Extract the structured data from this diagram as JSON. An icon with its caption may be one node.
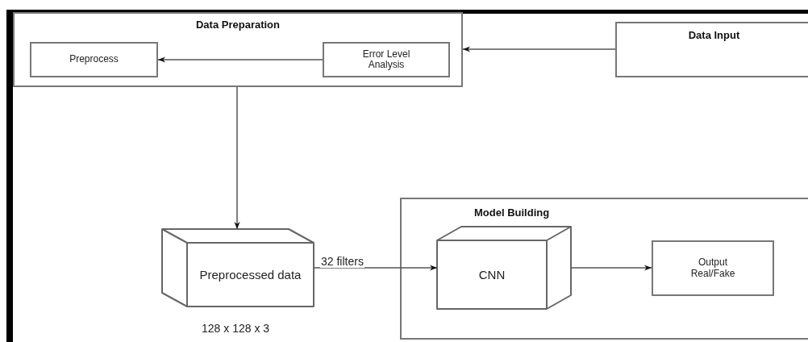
{
  "diagram": {
    "nodes": [
      {
        "text": [
          "Data Preparation"
        ]
      },
      {
        "text": [
          "Preprocess"
        ],
        "in": 0
      },
      {
        "text": [
          "Error Level Analysis"
        ],
        "in": 0
      },
      {
        "text": [
          "Data Input"
        ]
      },
      {
        "text": [
          "Model Building"
        ]
      },
      {
        "text": [
          "Preprocessed data"
        ],
        "beside": [
          "128 x 128 x 3"
        ]
      },
      {
        "text": [
          "CNN"
        ],
        "in": 4
      },
      {
        "text": [
          "Output Real/Fake"
        ],
        "in": 4
      }
    ],
    "edges": [
      {
        "from": 3,
        "to": 0,
        "arrow": "to"
      },
      {
        "from": 2,
        "to": 1,
        "arrow": "to"
      },
      {
        "from": 0,
        "to": 5,
        "arrow": "to"
      },
      {
        "from": 5,
        "to": 6,
        "arrow": "to",
        "label": "32 filters"
      },
      {
        "from": 6,
        "to": 7,
        "arrow": "to"
      }
    ]
  }
}
